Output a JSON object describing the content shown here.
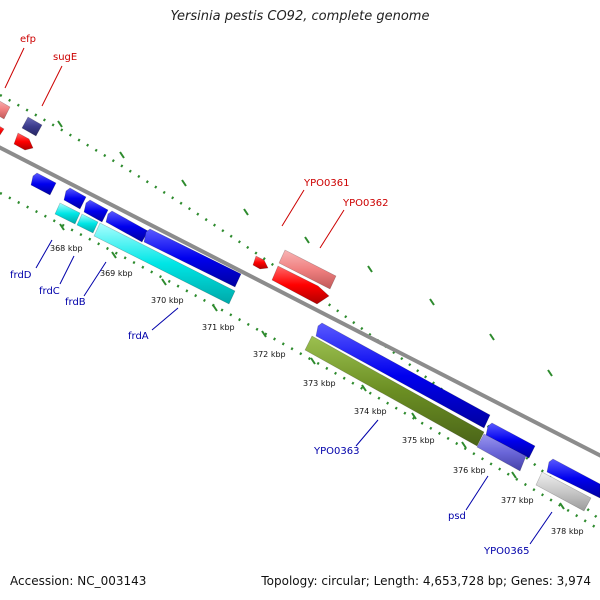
{
  "title": "Yersinia pestis CO92, complete genome",
  "footer": {
    "accession": "Accession: NC_003143",
    "summary": "Topology: circular; Length: 4,653,728 bp; Genes: 3,974"
  },
  "ticks": [
    "368 kbp",
    "369 kbp",
    "370 kbp",
    "371 kbp",
    "372 kbp",
    "373 kbp",
    "374 kbp",
    "375 kbp",
    "376 kbp",
    "377 kbp",
    "378 kbp"
  ],
  "gene_labels": {
    "efp": "efp",
    "sugE": "sugE",
    "YPO0361": "YPO0361",
    "YPO0362": "YPO0362",
    "frdD": "frdD",
    "frdC": "frdC",
    "frdB": "frdB",
    "frdA": "frdA",
    "YPO0363": "YPO0363",
    "psd": "psd",
    "YPO0365": "YPO0365"
  },
  "colors": {
    "backbone": "#8c8c8c",
    "tick_dot": "#2e8b2e",
    "forward_label": "#cc0000",
    "reverse_label": "#0000aa",
    "red_gene": "#ff0000",
    "pink_gene": "#f08080",
    "blue_gene": "#0000ee",
    "cyan_gene": "#00e6e6",
    "olive_gene": "#6b8e23",
    "slate_gene": "#5a55c8",
    "dark_slate_gene": "#3b3b8c",
    "gray_gene": "#c8c8c8"
  }
}
